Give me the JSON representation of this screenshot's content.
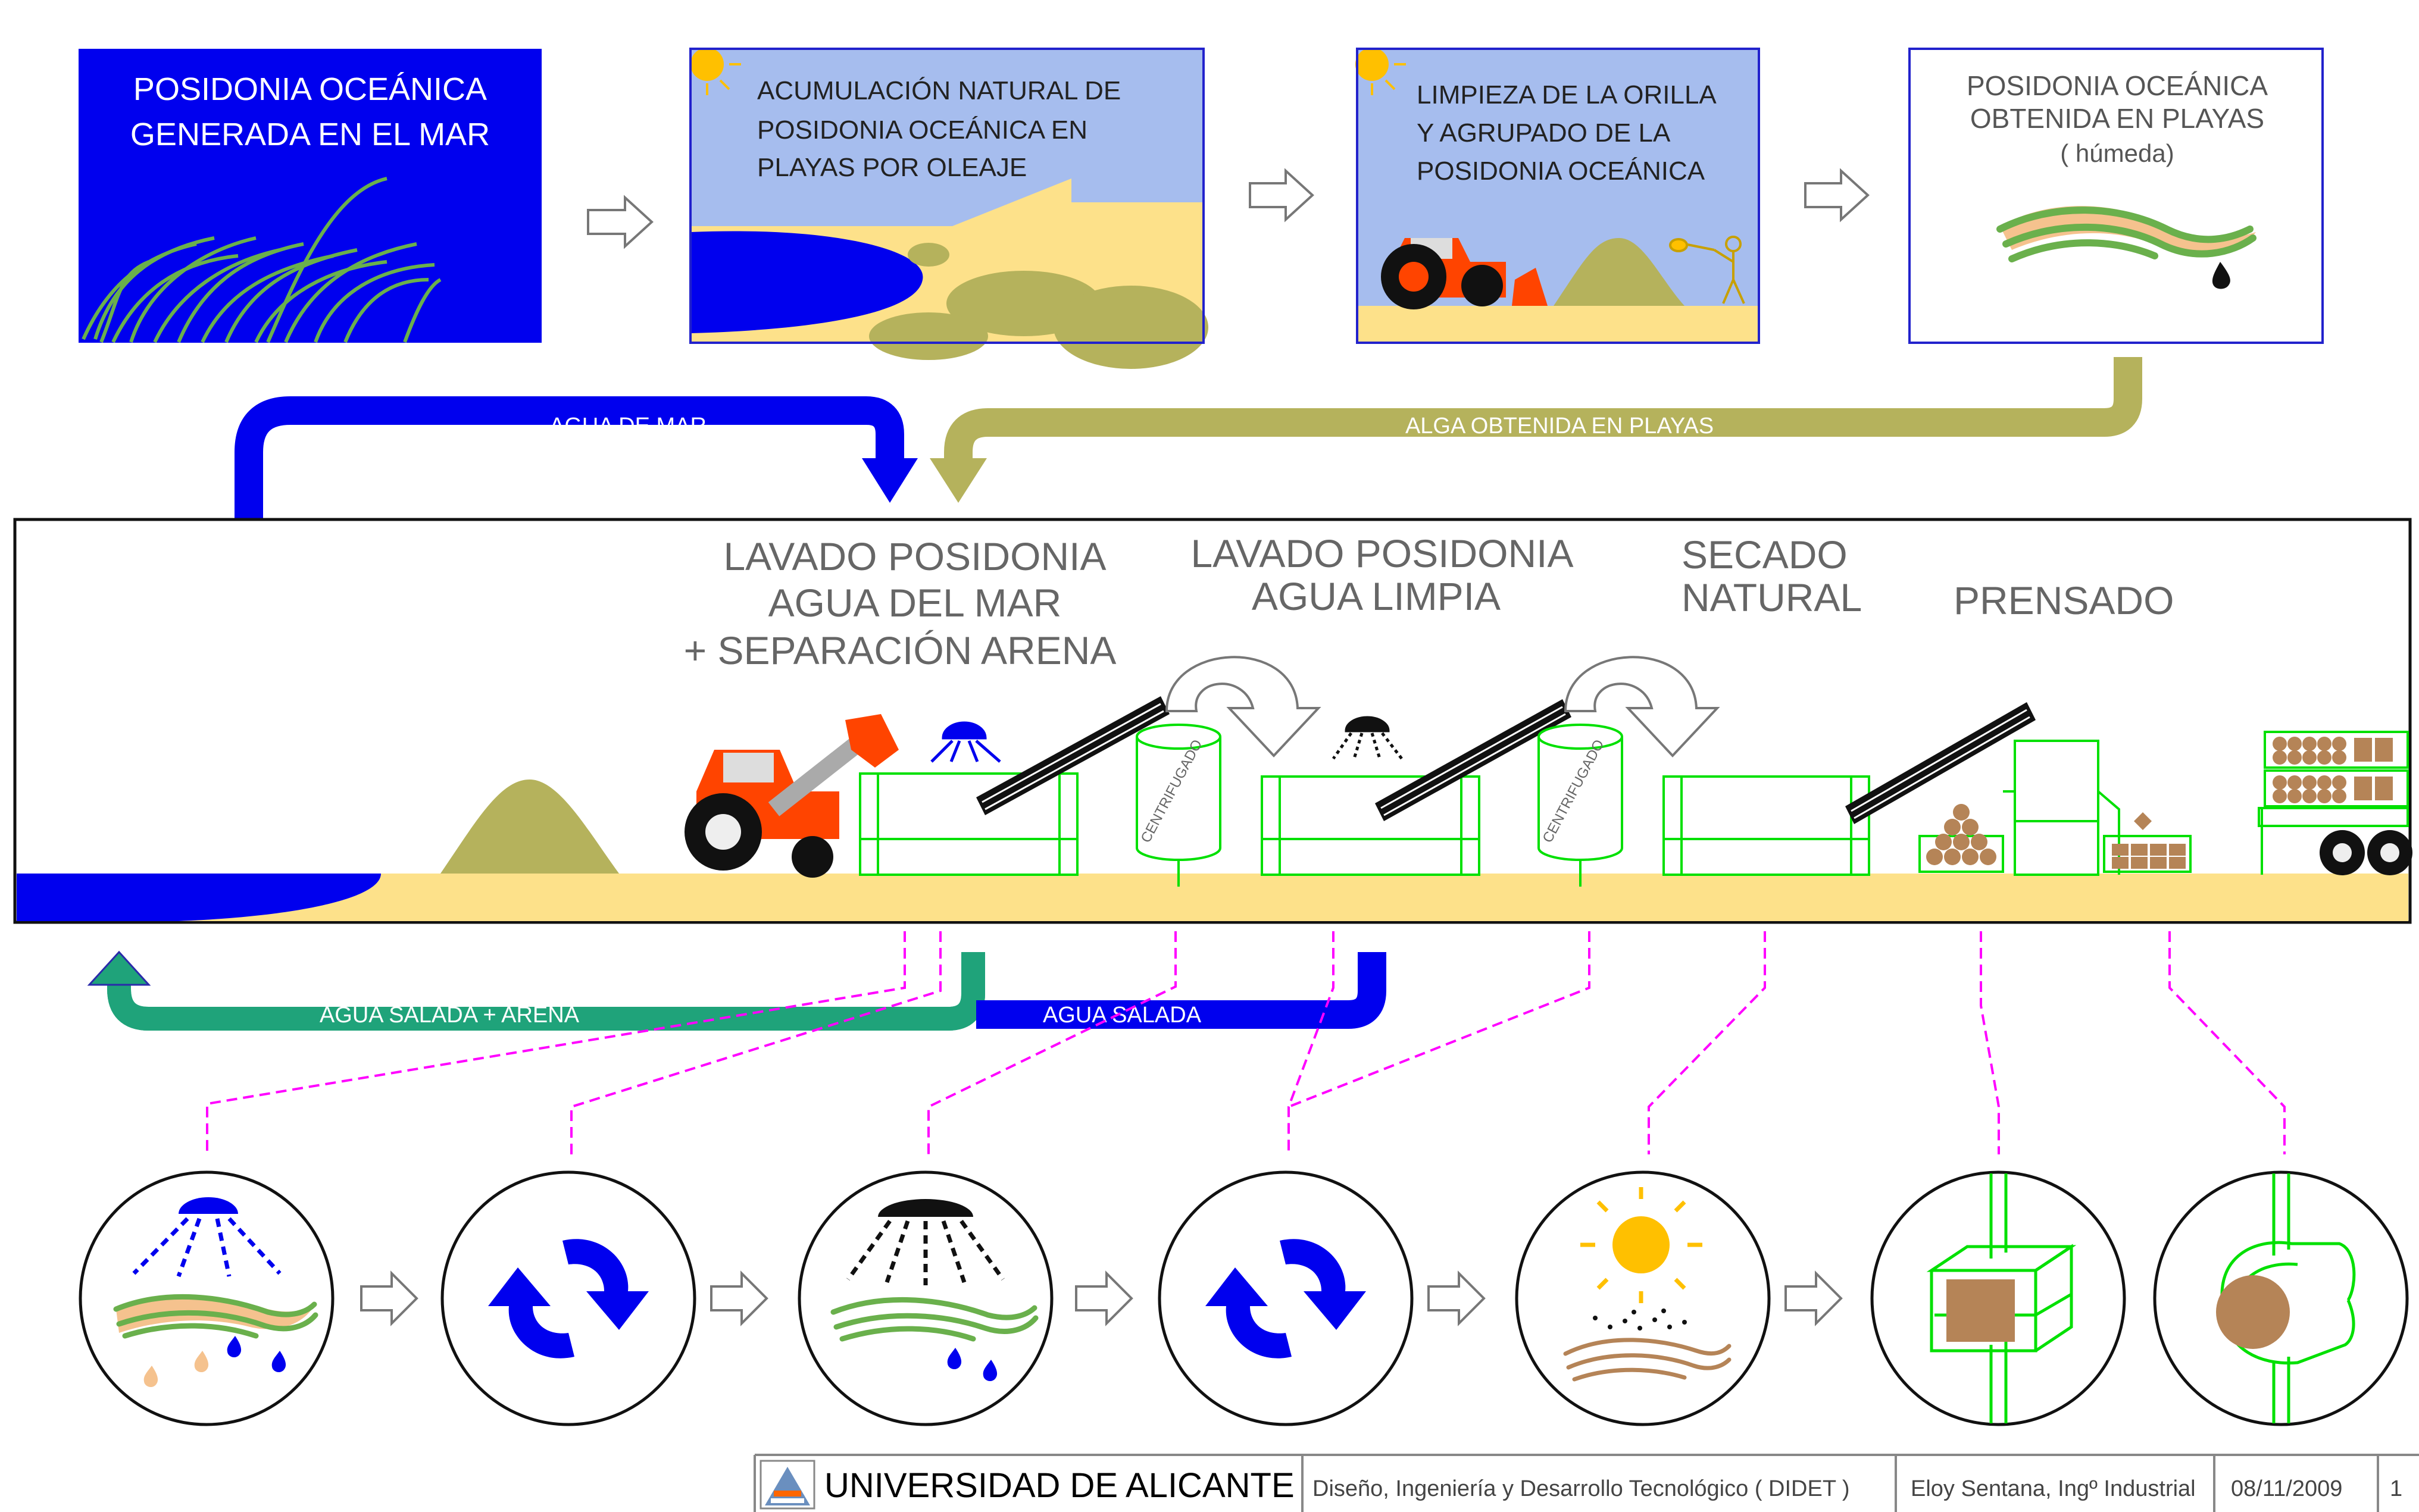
{
  "top_panels": {
    "sea": [
      "POSIDONIA  OCEÁNICA",
      "GENERADA EN EL MAR"
    ],
    "accumulation": [
      "ACUMULACIÓN NATURAL DE",
      "POSIDONIA OCEÁNICA EN",
      "PLAYAS POR OLEAJE"
    ],
    "cleaning": [
      "LIMPIEZA DE LA ORILLA",
      "Y AGRUPADO DE LA",
      "POSIDONIA OCEÁNICA"
    ],
    "obtained": [
      "POSIDONIA OCEÁNICA",
      "OBTENIDA EN PLAYAS",
      "( húmeda)"
    ]
  },
  "flows": {
    "sea_water": "AGUA DE MAR",
    "beach_algae": "ALGA OBTENIDA EN PLAYAS",
    "salt_water_sand": "AGUA SALADA + ARENA",
    "salt_water": "AGUA SALADA"
  },
  "stages": {
    "wash_sea": [
      "LAVADO  POSIDONIA",
      "AGUA DEL MAR",
      "+ SEPARACIÓN ARENA"
    ],
    "wash_clean": [
      "LAVADO POSIDONIA",
      "AGUA LIMPIA"
    ],
    "dry": [
      "SECADO",
      "NATURAL"
    ],
    "press": "PRENSADO"
  },
  "machines": {
    "centrifuge_1": "CENTRIFUGADO",
    "centrifuge_2": "CENTRIFUGADO"
  },
  "footer": {
    "university": "UNIVERSIDAD DE ALICANTE",
    "department": "Diseño, Ingeniería y Desarrollo Tecnológico  ( DIDET )",
    "author": "Eloy Sentana, Ingº Industrial",
    "date": "08/11/2009",
    "page": "1"
  },
  "colors": {
    "blue": "#0000ee",
    "sky": "#a6bdee",
    "sand": "#fde18a",
    "olive": "#b5b25c",
    "teal": "#1fa37a",
    "green_line": "#00e000",
    "magenta": "#ff00ff",
    "orange": "#ff4400",
    "brown": "#b58457",
    "sun": "#ffc000"
  }
}
